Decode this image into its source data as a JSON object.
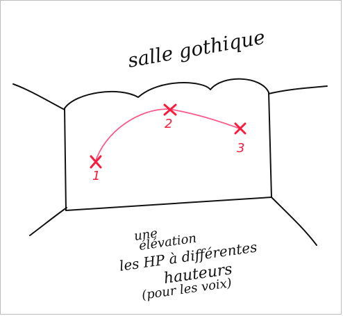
{
  "title": "salle gothique",
  "points": [
    {
      "label": "1"
    },
    {
      "label": "2"
    },
    {
      "label": "3"
    }
  ],
  "note": {
    "lines": [
      "une",
      "élévation",
      "les HP à différentes",
      "hauteurs",
      "(pour les voix)"
    ]
  },
  "colors": {
    "ink": "#111111",
    "path": "#ff5a8a",
    "points": "#ff1a3b"
  }
}
